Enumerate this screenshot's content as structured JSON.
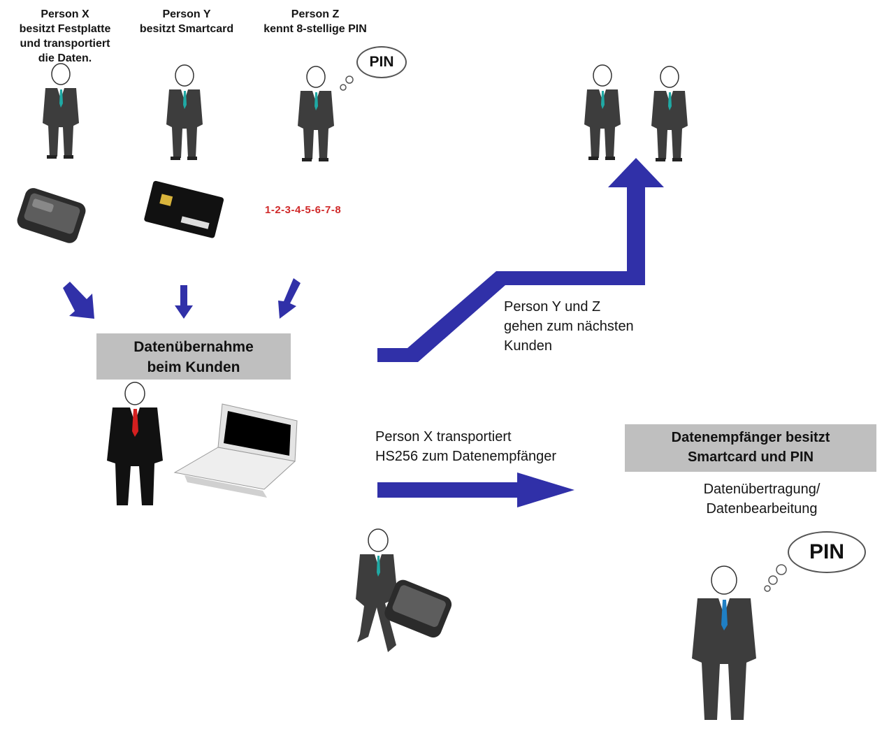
{
  "top_labels": {
    "person_x": "Person X\nbesitzt Festplatte\nund transportiert\ndie Daten.",
    "person_y": "Person Y\nbesitzt Smartcard",
    "person_z": "Person Z\nkennt 8-stellige PIN"
  },
  "pin_bubble_top": "PIN",
  "pin_code": "1-2-3-4-5-6-7-8",
  "box_customer": "Datenübernahme\nbeim Kunden",
  "yz_next": "Person Y und Z\ngehen zum nächsten\nKunden",
  "x_transport": "Person X transportiert\nHS256 zum Datenempfänger",
  "box_receiver": "Datenempfänger besitzt\nSmartcard und PIN",
  "transfer": "Datenübertragung/\nDatenbearbeitung",
  "pin_bubble_bottom": "PIN",
  "colors": {
    "arrow_blue": "#3030a8",
    "box_gray": "#bfbfbf",
    "suit_gray": "#3d3d3d",
    "pin_red": "#d02a2a"
  }
}
